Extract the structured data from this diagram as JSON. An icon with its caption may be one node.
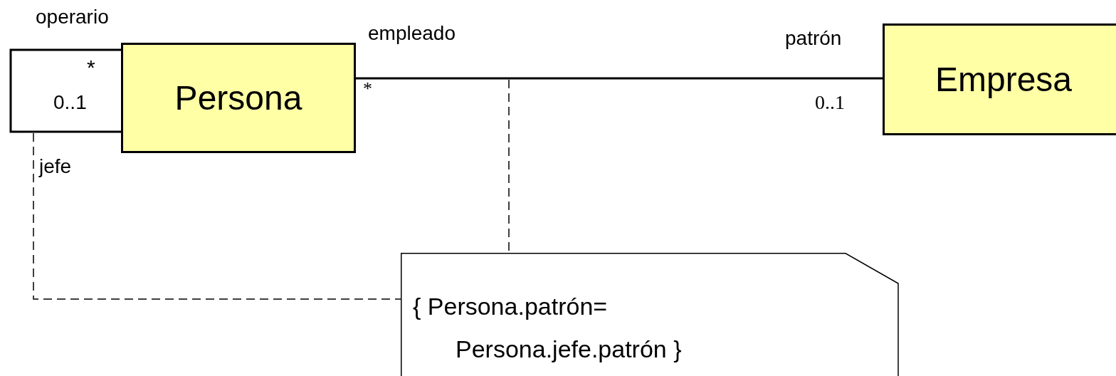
{
  "diagram": {
    "nodes": [
      {
        "text": [
          "Persona"
        ]
      },
      {
        "text": [
          "Empresa"
        ]
      },
      {
        "text": [
          "{ Persona.patrón= Persona.jefe.patrón }"
        ]
      }
    ],
    "edges": [
      {
        "from": 0,
        "to": 0,
        "arrow": "none"
      },
      {
        "from": 0,
        "to": 1,
        "arrow": "none"
      },
      {
        "from": null,
        "to": 2,
        "arrow": "none",
        "style": "dashed"
      },
      {
        "from": null,
        "to": 2,
        "arrow": "none",
        "style": "dashed"
      }
    ],
    "labels": [
      "operario",
      "*",
      "0..1",
      "jefe",
      "empleado",
      "*",
      "patrón",
      "0..1"
    ]
  }
}
